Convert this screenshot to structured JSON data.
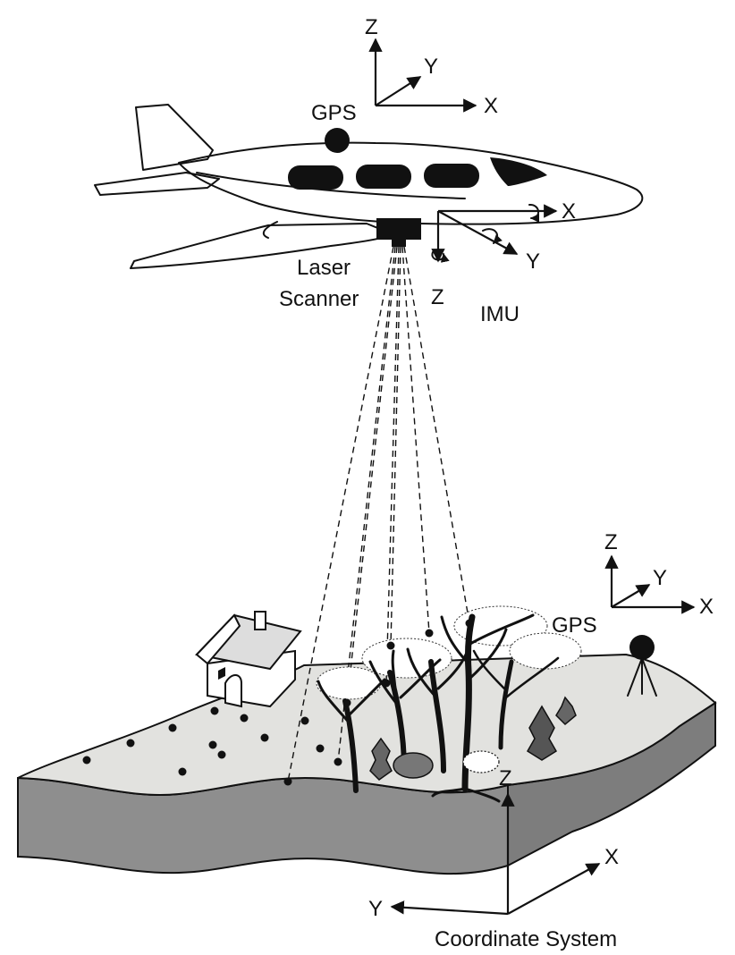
{
  "labels": {
    "gps_aircraft": "GPS",
    "laser_scanner_line1": "Laser",
    "laser_scanner_line2": "Scanner",
    "imu": "IMU",
    "gps_ground": "GPS",
    "coordinate_system": "Coordinate System"
  },
  "axes": {
    "top": {
      "x": "X",
      "y": "Y",
      "z": "Z"
    },
    "imu": {
      "x": "X",
      "y": "Y",
      "z": "Z"
    },
    "ground_gps": {
      "x": "X",
      "y": "Y",
      "z": "Z"
    },
    "terrain": {
      "x": "X",
      "y": "Y",
      "z": "Z"
    }
  },
  "colors": {
    "ink": "#111111",
    "terrain_top": "#e2e2df",
    "terrain_side": "#7d7d7d",
    "terrain_front": "#8e8e8e"
  }
}
